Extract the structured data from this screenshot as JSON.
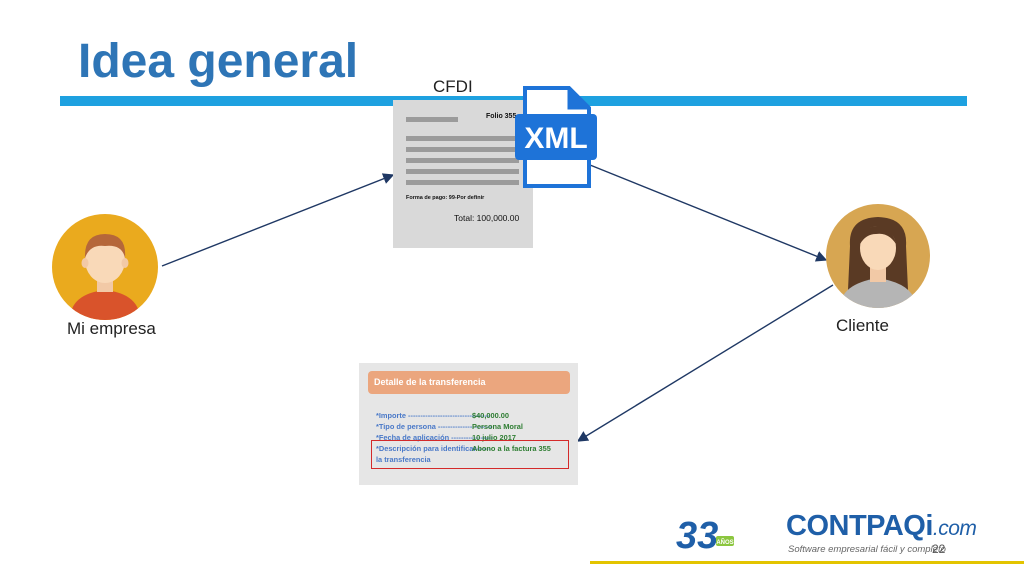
{
  "slide": {
    "title": "Idea general",
    "page_number": "22"
  },
  "nodes": {
    "mi_empresa": "Mi empresa",
    "cliente": "Cliente",
    "cfdi": "CFDI"
  },
  "invoice": {
    "folio": "Folio 355",
    "forma_pago": "Forma de pago: 99-Por definir",
    "total": "Total: 100,000.00"
  },
  "xml_icon": {
    "label": "XML",
    "icon": "xml-file-icon"
  },
  "transfer": {
    "header": "Detalle de la transferencia",
    "rows": [
      {
        "key": "*Importe ---------------------------------",
        "value": "$40,000.00"
      },
      {
        "key": "*Tipo de persona ----------------------",
        "value": "Persona Moral"
      },
      {
        "key": "*Fecha de aplicación -----------------",
        "value": "10 julio 2017"
      },
      {
        "key": "*Descripción para identificar------",
        "value": "Abono a la factura 355"
      },
      {
        "key": "la transferencia",
        "value": ""
      }
    ]
  },
  "branding": {
    "logo_main": "CONTPAQ",
    "logo_i": "i",
    "logo_com": ".com",
    "tagline": "Software empresarial fácil y completo",
    "anniversary": "33",
    "anniversary_sub": "AÑOS"
  },
  "colors": {
    "title": "#2e75b6",
    "accent_bar": "#1ea1e0",
    "arrow": "#1f3864",
    "highlight_box": "#d42a2a",
    "transfer_header": "#eba67e"
  }
}
